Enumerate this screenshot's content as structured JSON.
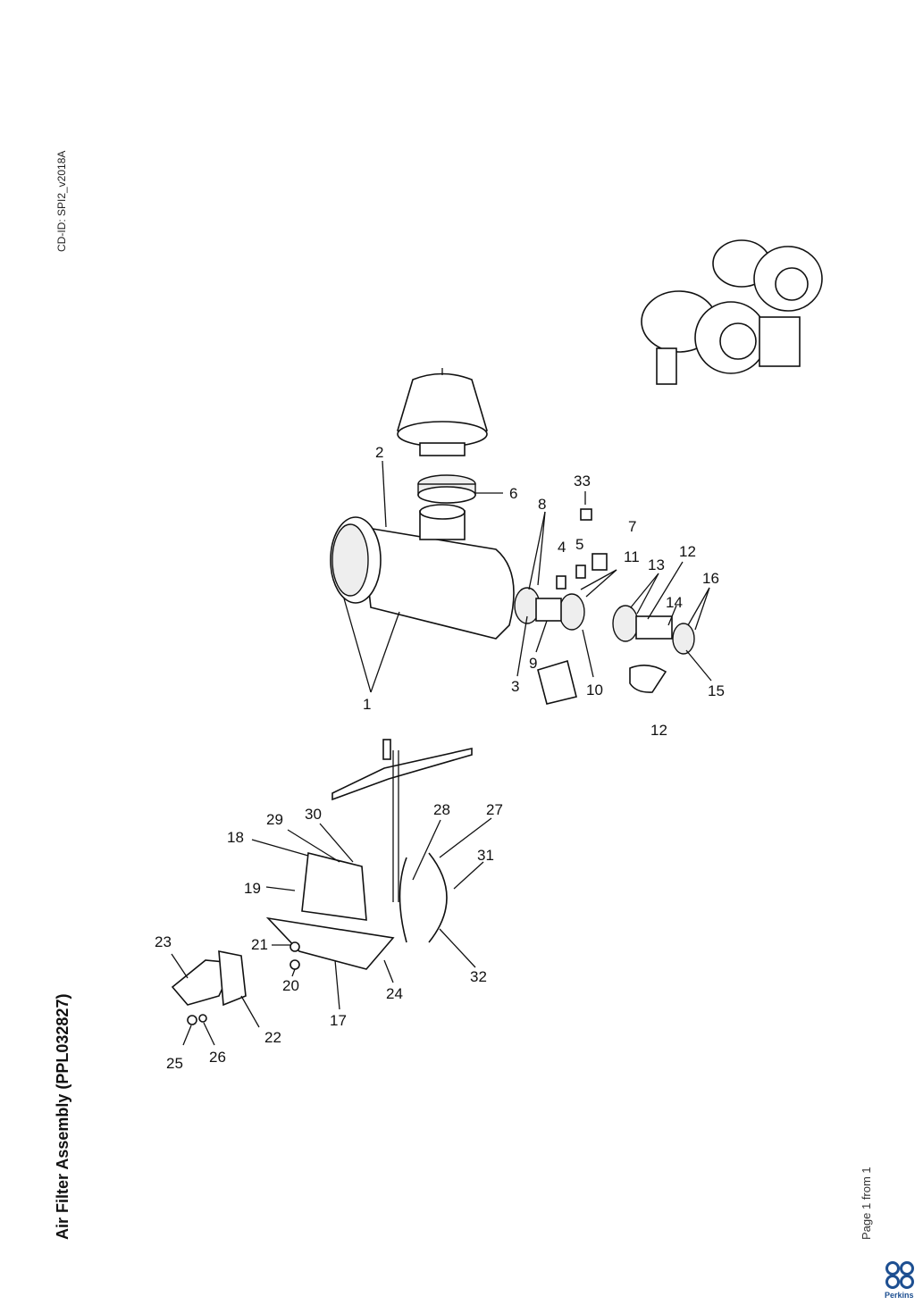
{
  "document": {
    "cd_id": "CD-ID: SPI2_v2018A",
    "title": "Air Filter Assembly (PPL032827)",
    "page_info": "Page 1 from 1",
    "logo_text": "Perkins"
  },
  "callouts": {
    "c1": "1",
    "c2": "2",
    "c3": "3",
    "c4": "4",
    "c5": "5",
    "c6": "6",
    "c7": "7",
    "c8": "8",
    "c9": "9",
    "c10": "10",
    "c11": "11",
    "c12a": "12",
    "c12b": "12",
    "c13": "13",
    "c14": "14",
    "c15": "15",
    "c16": "16",
    "c17": "17",
    "c18": "18",
    "c19": "19",
    "c20": "20",
    "c21": "21",
    "c22": "22",
    "c23": "23",
    "c24": "24",
    "c25": "25",
    "c26": "26",
    "c27": "27",
    "c28": "28",
    "c29": "29",
    "c30": "30",
    "c31": "31",
    "c32": "32",
    "c33": "33"
  },
  "colors": {
    "logo_blue": "#1d4f91",
    "line": "#111111"
  }
}
